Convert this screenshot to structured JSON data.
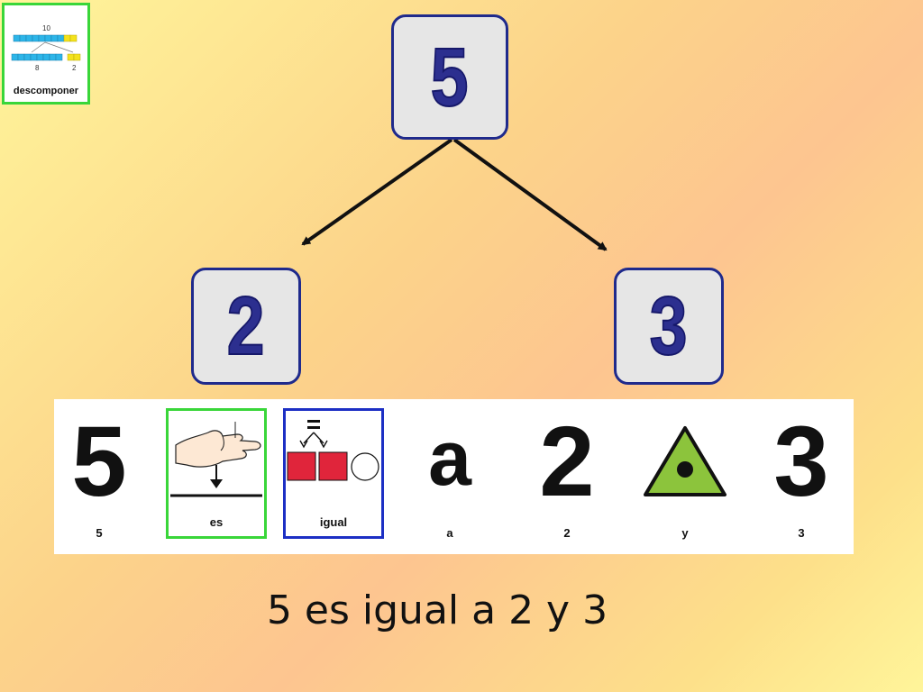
{
  "thumbnail": {
    "label": "descomponer",
    "total": "10",
    "part_a": "8",
    "part_b": "2"
  },
  "tree": {
    "top": "5",
    "left": "2",
    "right": "3"
  },
  "pictograms": [
    {
      "glyph": "5",
      "caption": "5"
    },
    {
      "icon": "hand-pointing-down-icon",
      "caption": "es",
      "frame_color": "#39d639"
    },
    {
      "icon": "equals-squares-icon",
      "caption": "igual",
      "frame_color": "#1c2fc4"
    },
    {
      "glyph": "a",
      "caption": "a"
    },
    {
      "glyph": "2",
      "caption": "2"
    },
    {
      "icon": "green-triangle-dot-icon",
      "caption": "y"
    },
    {
      "glyph": "3",
      "caption": "3"
    }
  ],
  "sentence": "5 es igual a 2 y 3",
  "colors": {
    "box_fill": "#e6e6e6",
    "box_border": "#1f2a8c",
    "digit": "#2c2f8f",
    "green_frame": "#39d639",
    "blue_frame": "#1c2fc4",
    "red_square": "#e0253b",
    "triangle": "#8cc43c"
  }
}
